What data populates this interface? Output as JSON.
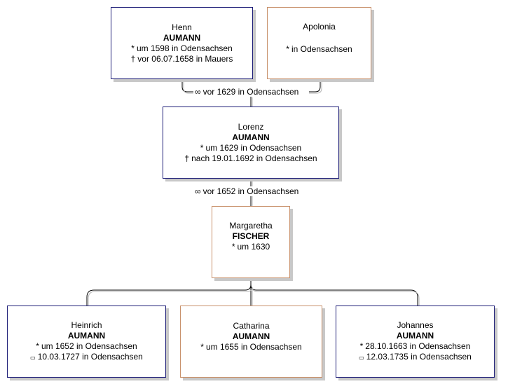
{
  "persons": {
    "henn": {
      "given": "Henn",
      "surname": "AUMANN",
      "birth": "um 1598 in Odensachsen",
      "death": "vor 06.07.1658 in Mauers"
    },
    "apolonia": {
      "given": "Apolonia",
      "birth": "in Odensachsen"
    },
    "lorenz": {
      "given": "Lorenz",
      "surname": "AUMANN",
      "birth": "um 1629 in Odensachsen",
      "death": "nach 19.01.1692 in Odensachsen"
    },
    "margaretha": {
      "given": "Margaretha",
      "surname": "FISCHER",
      "birth": "um 1630"
    },
    "heinrich": {
      "given": "Heinrich",
      "surname": "AUMANN",
      "birth": "um 1652 in Odensachsen",
      "burial": "10.03.1727 in Odensachsen"
    },
    "catharina": {
      "given": "Catharina",
      "surname": "AUMANN",
      "birth": "um 1655 in Odensachsen"
    },
    "johannes": {
      "given": "Johannes",
      "surname": "AUMANN",
      "birth": "28.10.1663 in Odensachsen",
      "burial": "12.03.1735 in Odensachsen"
    }
  },
  "marriages": {
    "henn_apolonia": "vor 1629 in Odensachsen",
    "lorenz_margaretha": "vor 1652 in Odensachsen"
  },
  "symbols": {
    "birth": "*",
    "death": "†",
    "marriage": "∞",
    "burial": "▭"
  },
  "colors": {
    "male_border": "#1e1e78",
    "female_border": "#c8906a",
    "shadow": "#c8c8c8"
  }
}
